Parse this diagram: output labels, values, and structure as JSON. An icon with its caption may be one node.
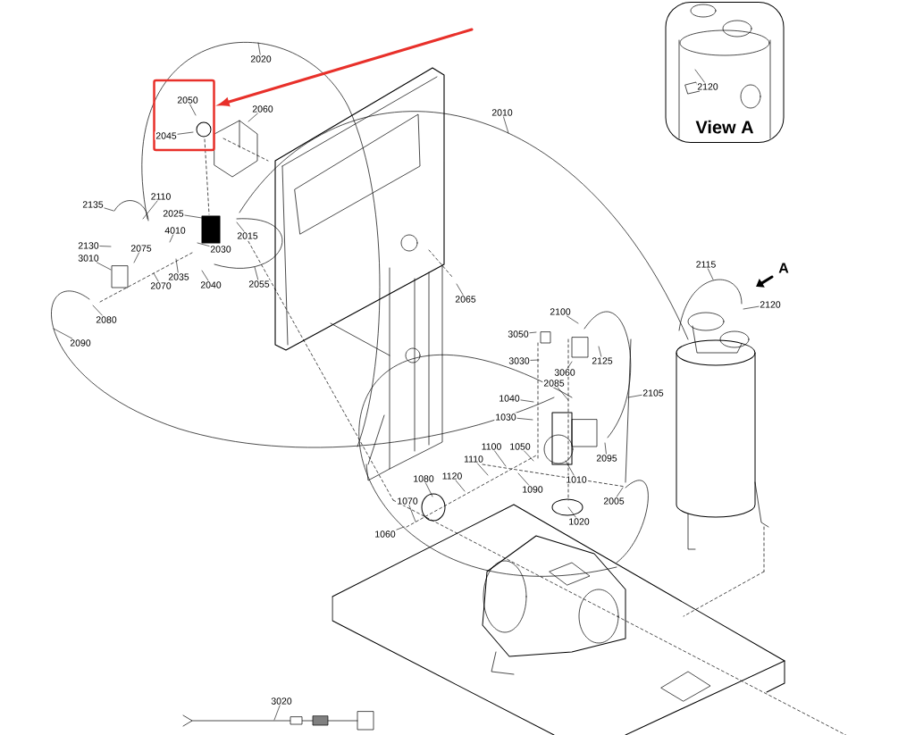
{
  "diagram": {
    "nodes": [
      {
        "text": [],
        "shape": "box"
      },
      {
        "text": [
          "View A"
        ]
      },
      {
        "text": [
          "2020"
        ]
      },
      {
        "text": [
          "2050"
        ],
        "in": 0
      },
      {
        "text": [
          "2045"
        ],
        "in": 0
      },
      {
        "text": [
          "2060"
        ]
      },
      {
        "text": [
          "2135"
        ]
      },
      {
        "text": [
          "2110"
        ]
      },
      {
        "text": [
          "2025"
        ]
      },
      {
        "text": [
          "4010"
        ]
      },
      {
        "text": [
          "2015"
        ]
      },
      {
        "text": [
          "2130"
        ]
      },
      {
        "text": [
          "3010"
        ]
      },
      {
        "text": [
          "2075"
        ]
      },
      {
        "text": [
          "2030"
        ]
      },
      {
        "text": [
          "2035"
        ]
      },
      {
        "text": [
          "2070"
        ]
      },
      {
        "text": [
          "2040"
        ]
      },
      {
        "text": [
          "2055"
        ]
      },
      {
        "text": [
          "2080"
        ]
      },
      {
        "text": [
          "2090"
        ]
      },
      {
        "text": [
          "2010"
        ]
      },
      {
        "text": [
          "2065"
        ]
      },
      {
        "text": [
          "2115"
        ]
      },
      {
        "text": [
          "2120"
        ]
      },
      {
        "text": [
          "2100"
        ]
      },
      {
        "text": [
          "3050"
        ]
      },
      {
        "text": [
          "3030"
        ]
      },
      {
        "text": [
          "3060"
        ]
      },
      {
        "text": [
          "2125"
        ]
      },
      {
        "text": [
          "2085"
        ]
      },
      {
        "text": [
          "2105"
        ]
      },
      {
        "text": [
          "1040"
        ]
      },
      {
        "text": [
          "1030"
        ]
      },
      {
        "text": [
          "1050"
        ]
      },
      {
        "text": [
          "1100"
        ]
      },
      {
        "text": [
          "1110"
        ]
      },
      {
        "text": [
          "2095"
        ]
      },
      {
        "text": [
          "1090"
        ]
      },
      {
        "text": [
          "1010"
        ]
      },
      {
        "text": [
          "2005"
        ]
      },
      {
        "text": [
          "1080"
        ]
      },
      {
        "text": [
          "1120"
        ]
      },
      {
        "text": [
          "1020"
        ]
      },
      {
        "text": [
          "1070"
        ]
      },
      {
        "text": [
          "1060"
        ]
      },
      {
        "text": [
          "3020"
        ]
      },
      {
        "text": [
          "2120"
        ],
        "in": 1
      }
    ],
    "edges": [
      {
        "from": null,
        "to": 0,
        "arrow": "to",
        "style": "thick",
        "color": "#e8302a"
      },
      {
        "from": 2,
        "to": null,
        "arrow": "none"
      },
      {
        "from": 3,
        "to": null,
        "arrow": "none"
      },
      {
        "from": 4,
        "to": null,
        "arrow": "none"
      },
      {
        "from": 5,
        "to": null,
        "arrow": "none"
      },
      {
        "from": 6,
        "to": null,
        "arrow": "none"
      },
      {
        "from": 7,
        "to": null,
        "arrow": "none"
      },
      {
        "from": 8,
        "to": null,
        "arrow": "none"
      },
      {
        "from": 9,
        "to": null,
        "arrow": "none"
      },
      {
        "from": 10,
        "to": null,
        "arrow": "none"
      },
      {
        "from": 11,
        "to": null,
        "arrow": "none"
      },
      {
        "from": 12,
        "to": null,
        "arrow": "none"
      },
      {
        "from": 13,
        "to": null,
        "arrow": "none"
      },
      {
        "from": 14,
        "to": null,
        "arrow": "none"
      },
      {
        "from": 15,
        "to": null,
        "arrow": "none"
      },
      {
        "from": 16,
        "to": null,
        "arrow": "none"
      },
      {
        "from": 17,
        "to": null,
        "arrow": "none"
      },
      {
        "from": 18,
        "to": null,
        "arrow": "none"
      },
      {
        "from": 19,
        "to": null,
        "arrow": "none"
      },
      {
        "from": 20,
        "to": null,
        "arrow": "none"
      },
      {
        "from": 21,
        "to": null,
        "arrow": "none"
      },
      {
        "from": 22,
        "to": null,
        "arrow": "none"
      },
      {
        "from": 23,
        "to": null,
        "arrow": "none"
      },
      {
        "from": 24,
        "to": null,
        "arrow": "none"
      },
      {
        "from": 25,
        "to": null,
        "arrow": "none"
      },
      {
        "from": 26,
        "to": null,
        "arrow": "none"
      },
      {
        "from": 27,
        "to": null,
        "arrow": "none"
      },
      {
        "from": 28,
        "to": null,
        "arrow": "none"
      },
      {
        "from": 29,
        "to": null,
        "arrow": "none"
      },
      {
        "from": 30,
        "to": null,
        "arrow": "none"
      },
      {
        "from": 31,
        "to": null,
        "arrow": "none"
      },
      {
        "from": 32,
        "to": null,
        "arrow": "none"
      },
      {
        "from": 33,
        "to": null,
        "arrow": "none"
      },
      {
        "from": 34,
        "to": null,
        "arrow": "none"
      },
      {
        "from": 35,
        "to": null,
        "arrow": "none"
      },
      {
        "from": 36,
        "to": null,
        "arrow": "none"
      },
      {
        "from": 37,
        "to": null,
        "arrow": "none"
      },
      {
        "from": 38,
        "to": null,
        "arrow": "none"
      },
      {
        "from": 39,
        "to": null,
        "arrow": "none"
      },
      {
        "from": 40,
        "to": null,
        "arrow": "none"
      },
      {
        "from": 41,
        "to": null,
        "arrow": "none"
      },
      {
        "from": 42,
        "to": null,
        "arrow": "none"
      },
      {
        "from": 43,
        "to": null,
        "arrow": "none"
      },
      {
        "from": 44,
        "to": null,
        "arrow": "none"
      },
      {
        "from": 45,
        "to": null,
        "arrow": "none"
      },
      {
        "from": 46,
        "to": null,
        "arrow": "none"
      },
      {
        "from": 47,
        "to": null,
        "arrow": "none"
      }
    ],
    "labels": [
      "A"
    ]
  }
}
